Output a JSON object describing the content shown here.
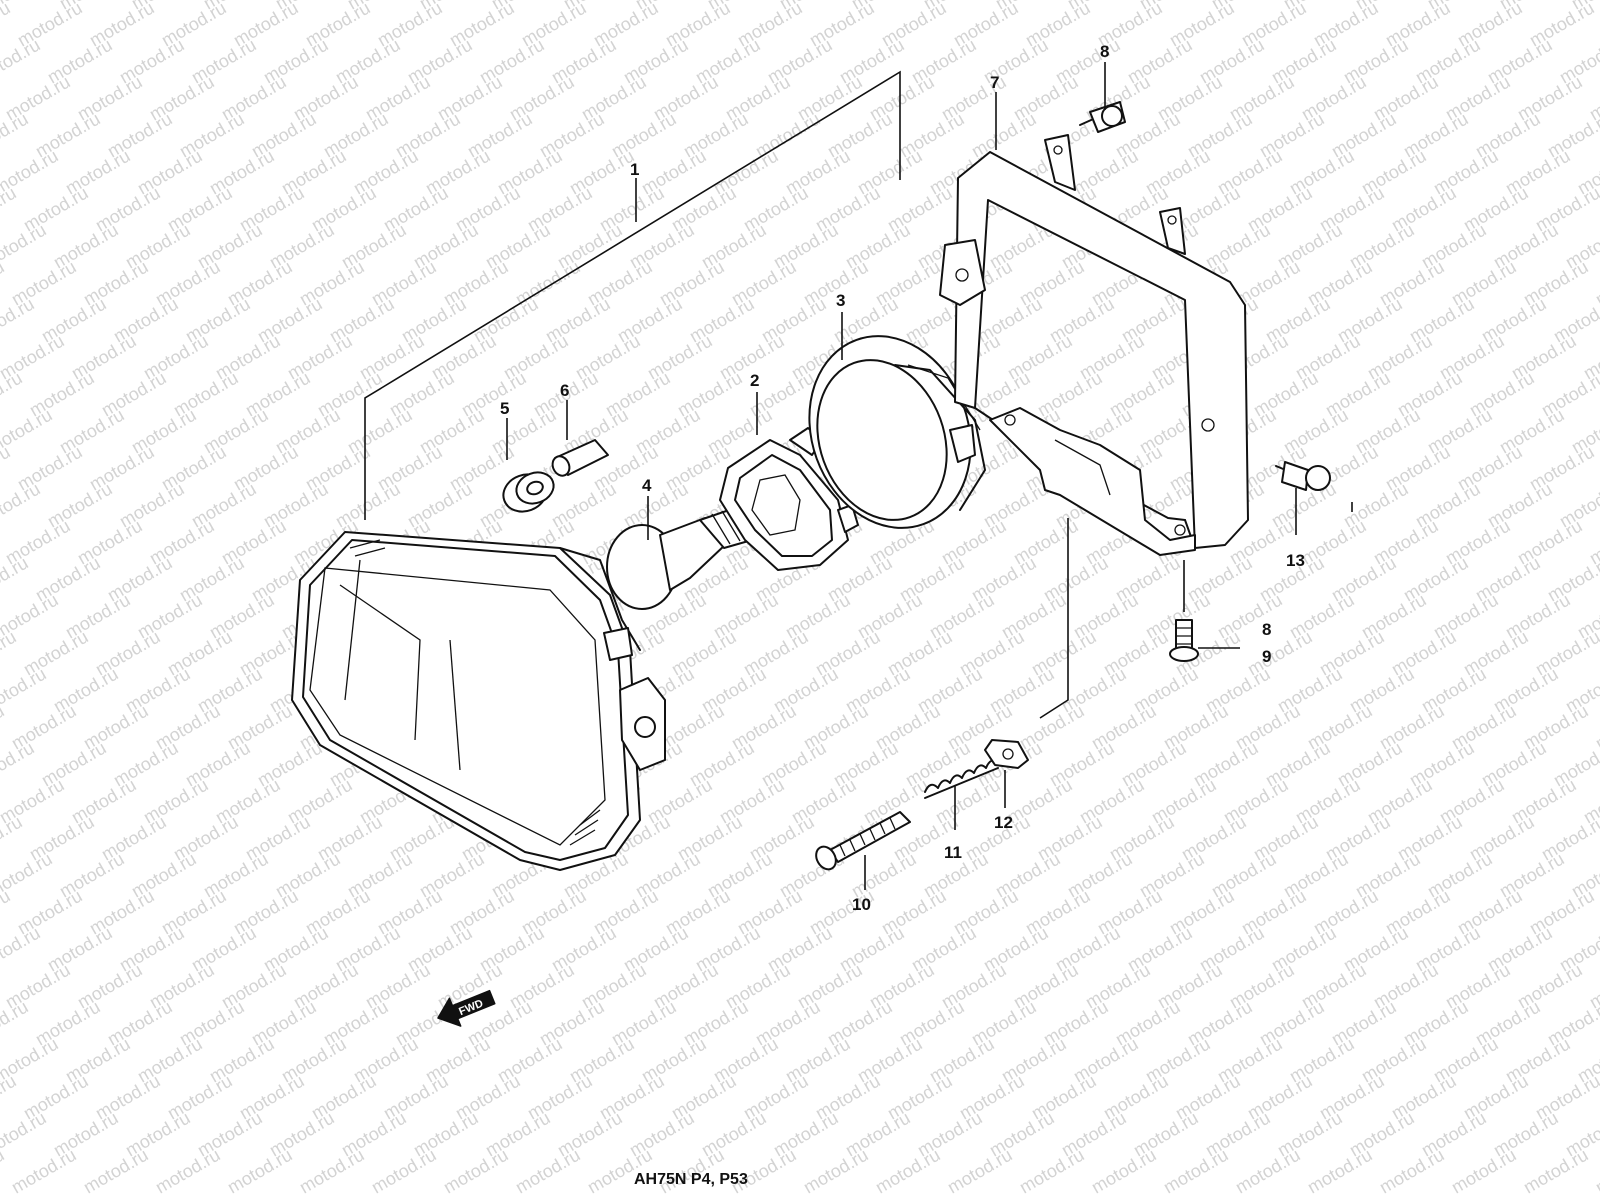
{
  "watermark": "motod.ru",
  "caption": "AH75N P4, P53",
  "direction_arrow": {
    "label": "FWD",
    "icon": "fwd-arrow-icon"
  },
  "callouts": [
    "1",
    "2",
    "3",
    "4",
    "5",
    "6",
    "7",
    "8",
    "8",
    "9",
    "10",
    "11",
    "12",
    "13"
  ],
  "colors": {
    "line": "#111111",
    "background": "#ffffff",
    "watermark": "#d3d3d3"
  }
}
